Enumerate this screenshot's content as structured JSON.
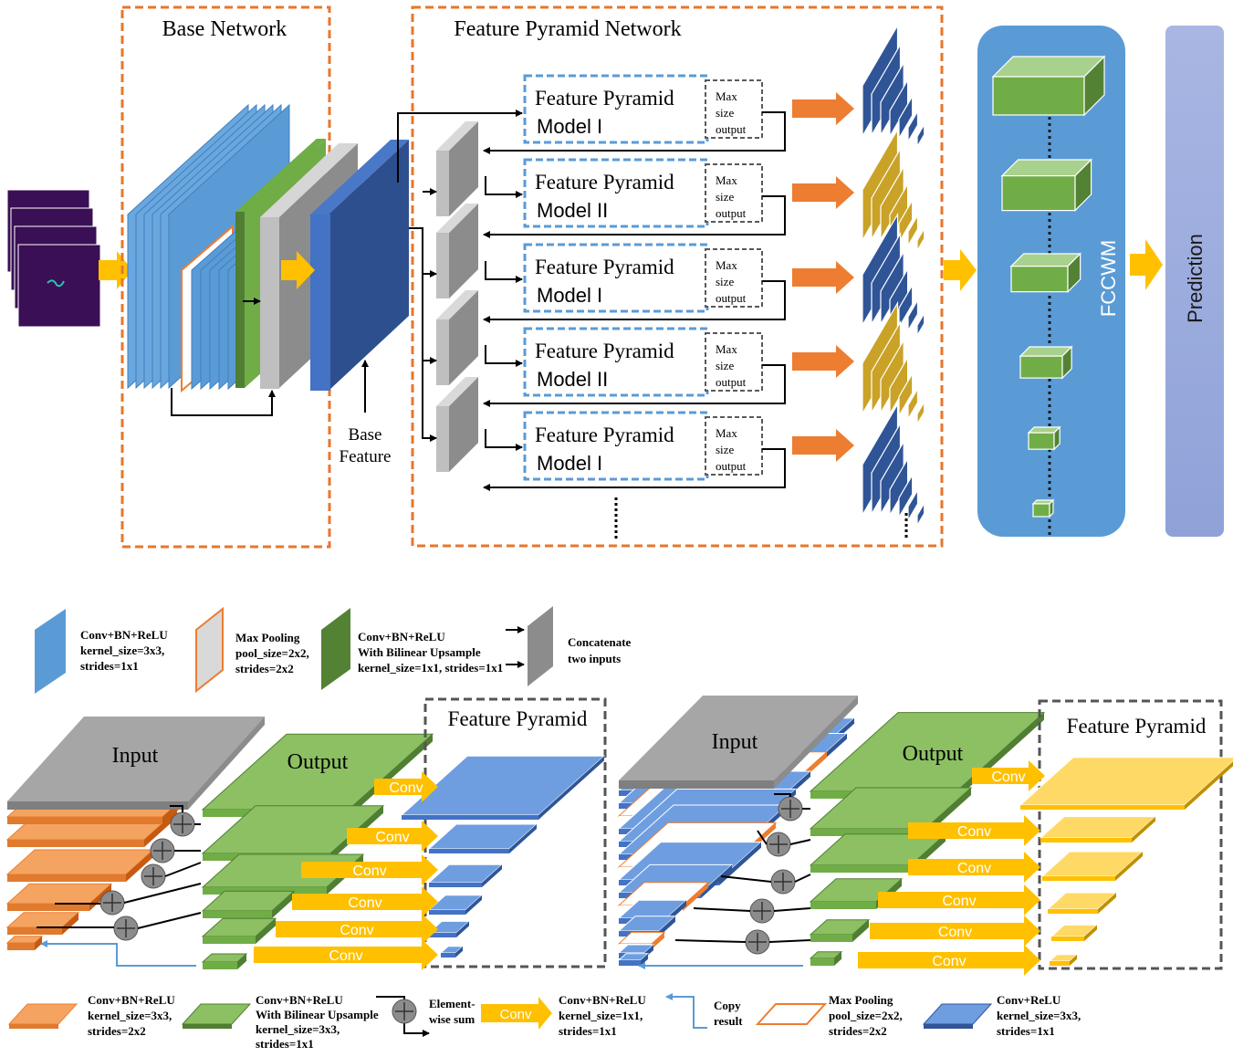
{
  "top": {
    "base_network_title": "Base Network",
    "fpn_title": "Feature  Pyramid Network",
    "base_feature_line1": "Base",
    "base_feature_line2": "Feature",
    "modules": [
      {
        "line1": "Feature Pyramid",
        "line2": "Model I",
        "max": "Max",
        "size": "size",
        "output": "output"
      },
      {
        "line1": "Feature Pyramid",
        "line2": "Model II",
        "max": "Max",
        "size": "size",
        "output": "output"
      },
      {
        "line1": "Feature Pyramid",
        "line2": "Model I",
        "max": "Max",
        "size": "size",
        "output": "output"
      },
      {
        "line1": "Feature Pyramid",
        "line2": "Model II",
        "max": "Max",
        "size": "size",
        "output": "output"
      },
      {
        "line1": "Feature Pyramid",
        "line2": "Model I",
        "max": "Max",
        "size": "size",
        "output": "output"
      }
    ],
    "fccwm_label": "FCCWM",
    "prediction_label": "Prediction"
  },
  "legend_top": {
    "conv_l1": "Conv+BN+ReLU",
    "conv_l2": "kernel_size=3x3,",
    "conv_l3": "strides=1x1",
    "pool_l1": "Max Pooling",
    "pool_l2": "pool_size=2x2,",
    "pool_l3": "strides=2x2",
    "up_l1": "Conv+BN+ReLU",
    "up_l2": "With Bilinear Upsample",
    "up_l3": "kernel_size=1x1, strides=1x1",
    "cat_l1": "Concatenate",
    "cat_l2": "two inputs"
  },
  "model1": {
    "input_label": "Input",
    "output_label": "Output",
    "pyramid_label": "Feature Pyramid",
    "conv_labels": [
      "Conv",
      "Conv",
      "Conv",
      "Conv",
      "Conv",
      "Conv"
    ]
  },
  "model2": {
    "input_label": "Input",
    "output_label": "Output",
    "pyramid_label": "Feature Pyramid",
    "conv_labels": [
      "Conv",
      "Conv",
      "Conv",
      "Conv",
      "Conv",
      "Conv"
    ]
  },
  "legend_bottom": {
    "conv2_l1": "Conv+BN+ReLU",
    "conv2_l2": "kernel_size=3x3,",
    "conv2_l3": "strides=2x2",
    "up_l1": "Conv+BN+ReLU",
    "up_l2": "With Bilinear Upsample",
    "up_l3": "kernel_size=3x3,",
    "up_l4": "strides=1x1",
    "sum_l1": "Element-",
    "sum_l2": "wise sum",
    "conv_arrow": "Conv",
    "conv1_l1": "Conv+BN+ReLU",
    "conv1_l2": "kernel_size=1x1,",
    "conv1_l3": "strides=1x1",
    "copy_l1": "Copy",
    "copy_l2": "result",
    "pool_l1": "Max Pooling",
    "pool_l2": "pool_size=2x2,",
    "pool_l3": "strides=2x2",
    "relu_l1": "Conv+ReLU",
    "relu_l2": "kernel_size=3x3,",
    "relu_l3": "strides=1x1"
  },
  "colors": {
    "orange_dash": "#E8762B",
    "blue_dash": "#5B9BD5",
    "gray_dash": "#555555",
    "conv_blue": "#5B9BD5",
    "green": "#70AD47",
    "gray": "#A6A6A6",
    "dark_blue": "#4472C4",
    "orange_arrow": "#ED7D31",
    "yellow_arrow": "#FFC000",
    "fccwm_bg": "#5B9BD5",
    "prediction_bg": "#A7B8E0",
    "navy_block": "#2F5597",
    "gold_block": "#C9A227"
  }
}
